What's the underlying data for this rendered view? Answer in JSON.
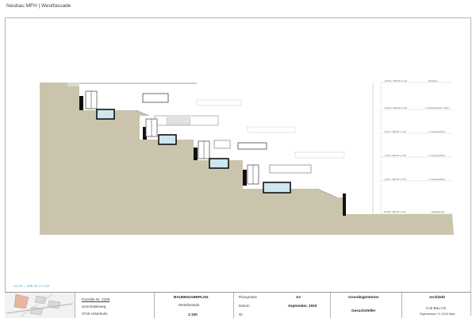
{
  "header": {
    "title": "Neubau MFH | Westfassade"
  },
  "levels": [
    {
      "elevation": "+16.50 = 502.50 m.ü.M",
      "name": "Dachkote"
    },
    {
      "elevation": "+12.00 = 498.00 m.ü.M",
      "name": "4. Obergeschoss / Dach"
    },
    {
      "elevation": "+9.00 = 495.00 m.ü.M",
      "name": "3. Obergeschoss"
    },
    {
      "elevation": "+7.00 = 493.00 m.ü.M",
      "name": "2. Obergeschoss"
    },
    {
      "elevation": "+4.00 = 490.00 m.ü.M",
      "name": "1. Obergeschoss"
    },
    {
      "elevation": "±0.00 = 486.00 m.ü.M",
      "name": "Erdgeschoss"
    }
  ],
  "datum_note": "±0.00 = 495.00 m ü.M",
  "title_block": {
    "parcel": "Parzelle Nr. 3168",
    "street": "Sonnhaldeweg",
    "place": "3726 Unterkulm",
    "plan_type": "BAUEINGABEPLAN",
    "view": "Westfassade",
    "scale": "1:100",
    "format_label": "Plangrösse",
    "format_value": "A2",
    "date_label": "Datum",
    "date_value": "September, 2025",
    "number_label": "Nr.",
    "owner_label": "Grundeigentümer",
    "developer_label": "Gesuchsteller",
    "architect_label": "Architekt",
    "architect_name": "Cult Bau AG",
    "architect_address": "Zugerstrasse 74, 6340 Baar"
  },
  "colors": {
    "terrain": "#c9c4ab",
    "structure": "#111111",
    "pool_water": "#cde6f0",
    "facade_grey": "#8a8a8a",
    "datum_text": "#79aec8"
  }
}
